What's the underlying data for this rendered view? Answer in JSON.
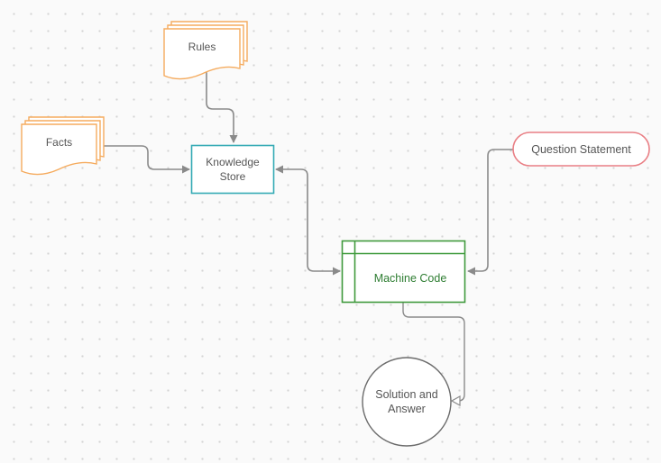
{
  "nodes": {
    "rules": {
      "label": "Rules"
    },
    "facts": {
      "label": "Facts"
    },
    "knowledge_store": {
      "label": "Knowledge\nStore"
    },
    "question_statement": {
      "label": "Question Statement"
    },
    "machine_code": {
      "label": "Machine Code"
    },
    "solution": {
      "label": "Solution and\nAnswer"
    }
  },
  "colors": {
    "document": "#f5ab5e",
    "process": "#35aab5",
    "terminal": "#e97f85",
    "subroutine": "#3f9a3c",
    "connector": "#8a8a8a",
    "circle": "#6b6b6b",
    "text": "#555555",
    "machine_code_text": "#2e7d32"
  }
}
